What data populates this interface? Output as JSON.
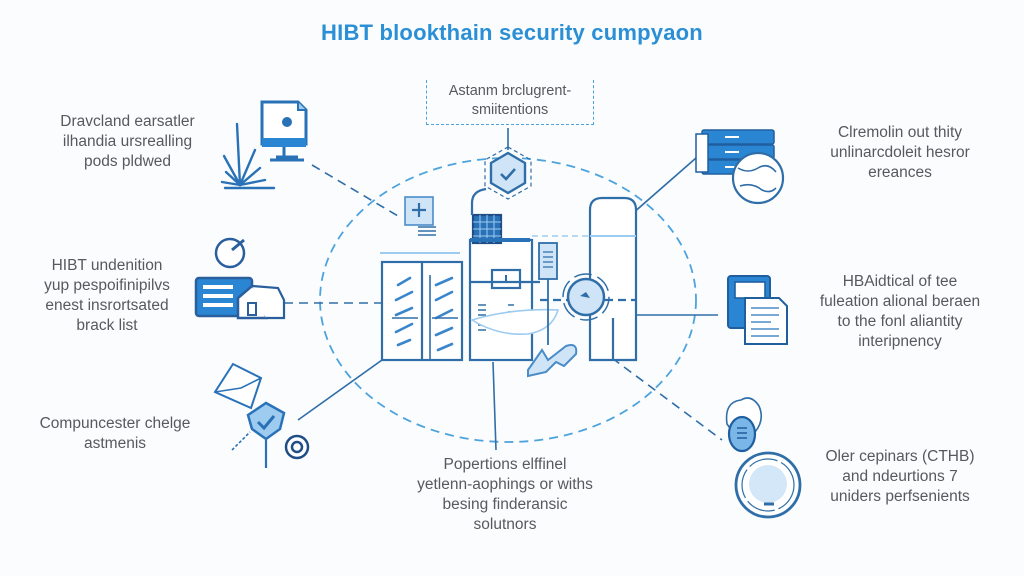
{
  "title": "HIBT blookthain security cumpyaon",
  "colors": {
    "accent": "#2b8fd6",
    "line": "#2f6ea8",
    "fill_dark": "#2a86d3",
    "fill_light": "#cfe5f7",
    "text": "#555a5e"
  },
  "nodes": {
    "top_left": {
      "lines": [
        "Dravcland earsatler",
        "ilhandia ursrealling",
        "pods pldwed"
      ],
      "icon": "monitor-file-icon"
    },
    "top_center": {
      "lines": [
        "Astanm brclugrent-",
        "smiitentions"
      ]
    },
    "top_right": {
      "lines": [
        "Clremolin out thity",
        "unlinarcdoleit hesror",
        "ereances"
      ],
      "icon": "server-globe-icon"
    },
    "mid_left": {
      "lines": [
        "HIBT undenition",
        "yup pespoifinipilvs",
        "enest insrortsated",
        "brack list"
      ],
      "icon": "house-database-icon"
    },
    "mid_right": {
      "lines": [
        "HBAidtical of tee",
        "fuleation alional beraen",
        "to the fonl aliantity",
        "interipnency"
      ],
      "icon": "document-book-icon"
    },
    "bottom_left": {
      "lines": [
        "Compuncester chelge",
        "astmenis"
      ],
      "icon": "shield-check-icon"
    },
    "bottom_center": {
      "lines": [
        "Popertions elffinel",
        "yetlenn-aophings or withs",
        "besing finderansic",
        "solutnors"
      ]
    },
    "bottom_right": {
      "lines": [
        "Oler cepinars (CTHB)",
        "and ndeurtions 7",
        "uniders perfsenients"
      ],
      "icon": "wallet-coin-icon"
    }
  },
  "center": {
    "icon": "blockchain-facility-icon",
    "badge_icon": "check-hexagon-icon"
  }
}
